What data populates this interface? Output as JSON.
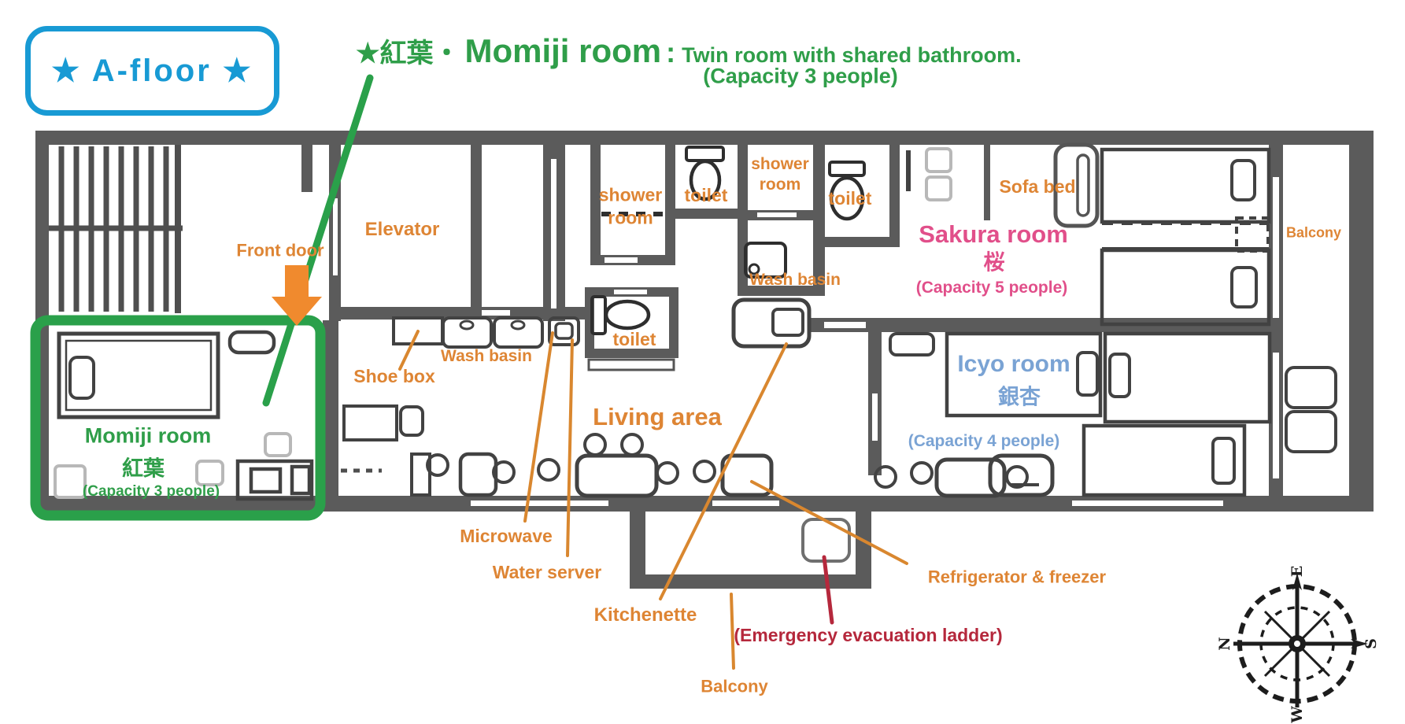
{
  "floor_badge": "★ A-floor ★",
  "title": {
    "star": "★",
    "jp": "紅葉・",
    "name": "Momiji room",
    "colon": ":",
    "desc": "Twin room with shared bathroom.",
    "capacity": "(Capacity 3 people)"
  },
  "rooms": {
    "momiji": {
      "name": "Momiji room",
      "jp": "紅葉",
      "capacity": "(Capacity 3 people)"
    },
    "sakura": {
      "name": "Sakura room",
      "jp": "桜",
      "capacity": "(Capacity 5 people)"
    },
    "icyo": {
      "name": "Icyo room",
      "jp": "銀杏",
      "capacity": "(Capacity 4 people)"
    }
  },
  "labels": {
    "front_door": "Front door",
    "elevator": "Elevator",
    "shower_room_left": "shower room",
    "toilet_top_left": "toilet",
    "shower_room_right": "shower room",
    "toilet_top_right": "toilet",
    "sofa_bed": "Sofa bed",
    "balcony_right": "Balcony",
    "wash_basin_right": "Wash basin",
    "toilet_middle": "toilet",
    "wash_basin_left": "Wash basin",
    "shoe_box": "Shoe box",
    "living_area": "Living area",
    "microwave": "Microwave",
    "water_server": "Water server",
    "kitchenette": "Kitchenette",
    "refrigerator": "Refrigerator & freezer",
    "emergency_ladder": "(Emergency evacuation ladder)",
    "balcony_bottom": "Balcony"
  },
  "compass": {
    "north": "N",
    "east": "E",
    "south": "S",
    "west": "W"
  },
  "colors": {
    "badge_blue": "#189ad4",
    "green": "#2f9e49",
    "orange": "#de8534",
    "pink": "#e14f8a",
    "icyo_blue": "#7aa3d4",
    "dark_red": "#b5283c",
    "wall_gray": "#5b5b5b"
  }
}
